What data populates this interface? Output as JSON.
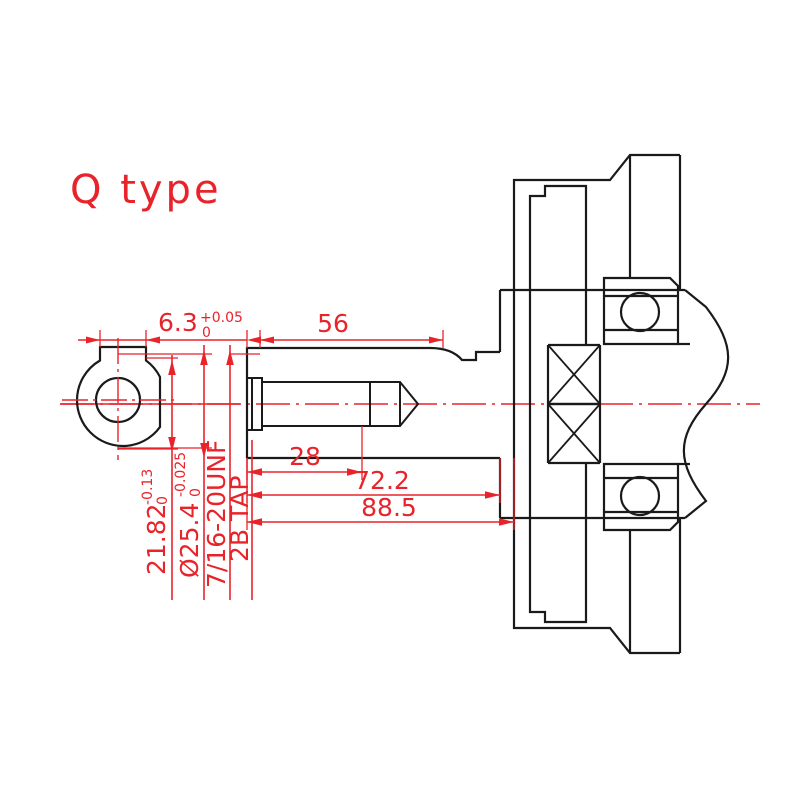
{
  "drawing": {
    "title": "Q type",
    "title_color": "#e8232a",
    "line_color_part": "#1a1a1a",
    "line_color_dimension": "#e8232a",
    "background": "#ffffff",
    "view_type": "engineering-section-drawing"
  },
  "dimensions": {
    "keyway_width": {
      "label": "6.3",
      "tol_upper": "+0.05",
      "tol_lower": "0",
      "orientation": "horizontal"
    },
    "shaft_length_56": {
      "label": "56",
      "orientation": "horizontal"
    },
    "tap_depth_28": {
      "label": "28",
      "orientation": "horizontal"
    },
    "length_72_2": {
      "label": "72.2",
      "orientation": "horizontal"
    },
    "length_88_5": {
      "label": "88.5",
      "orientation": "horizontal"
    },
    "keyway_depth": {
      "label": "21.82",
      "tol_upper": "0",
      "tol_lower": "-0.13",
      "orientation": "vertical"
    },
    "shaft_diameter": {
      "label": "25.4",
      "prefix": "Ø",
      "tol_upper": "0",
      "tol_lower": "-0.025",
      "orientation": "vertical"
    },
    "thread_spec": {
      "label": "7/16-20UNF",
      "orientation": "vertical"
    },
    "thread_class": {
      "label": "2B TAP",
      "orientation": "vertical"
    }
  },
  "components": {
    "end_view": "keyed-shaft-end-circle",
    "shaft": "stepped-keyed-shaft",
    "tapped_hole": "center-tapped-bore",
    "bearing_upper": "ball-bearing",
    "bearing_lower": "ball-bearing",
    "seal_upper": "cross-hatched-seal",
    "seal_lower": "cross-hatched-seal",
    "housing": "motor-end-housing",
    "break_line": "s-break-line",
    "centerline": "horizontal-axis-centerline"
  }
}
